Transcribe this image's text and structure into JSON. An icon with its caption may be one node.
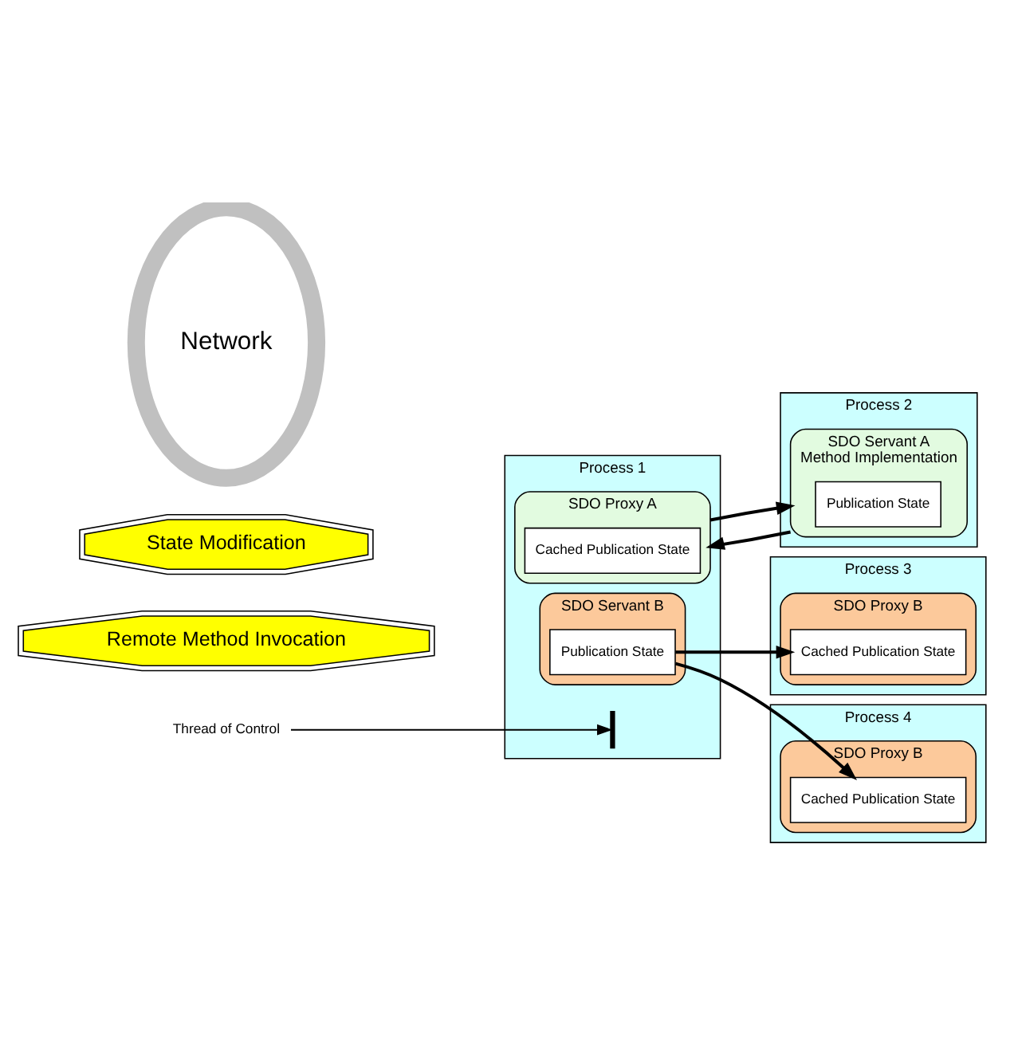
{
  "diagram": {
    "nodes": [
      {
        "text": [
          "Process 1"
        ]
      },
      {
        "text": [
          "SDO Proxy A"
        ],
        "in": 0
      },
      {
        "text": [
          "Cached Publication State"
        ],
        "in": 1
      },
      {
        "text": [
          "SDO Servant B"
        ],
        "in": 0
      },
      {
        "text": [
          "Publication State"
        ],
        "in": 3
      },
      {
        "text": [
          "Thread of Control"
        ]
      },
      {
        "text": [
          "Remote Method Invocation"
        ]
      },
      {
        "text": [
          "State Modification"
        ]
      },
      {
        "text": [
          "Network"
        ]
      },
      {
        "text": [
          "Process 2"
        ]
      },
      {
        "text": [
          "SDO Servant A",
          "Method Implementation"
        ],
        "in": 9
      },
      {
        "text": [
          "Publication State"
        ],
        "in": 10
      },
      {
        "text": [
          "Process 3"
        ]
      },
      {
        "text": [
          "SDO Proxy B"
        ],
        "in": 12
      },
      {
        "text": [
          "Cached Publication State"
        ],
        "in": 13
      },
      {
        "text": [
          "Process 4"
        ]
      },
      {
        "text": [
          "SDO Proxy B"
        ],
        "in": 15
      },
      {
        "text": [
          "Cached Publication State"
        ],
        "in": 16
      },
      {
        "text": [],
        "shape": "line",
        "in": 0
      }
    ],
    "edges": [
      {
        "from": 5,
        "to": 18,
        "arrow": "to"
      },
      {
        "from": 1,
        "to": 10,
        "arrow": "to"
      },
      {
        "from": 10,
        "to": 1,
        "arrow": "to"
      },
      {
        "from": 4,
        "to": 14,
        "arrow": "to"
      },
      {
        "from": 4,
        "to": 17,
        "arrow": "to"
      }
    ]
  }
}
